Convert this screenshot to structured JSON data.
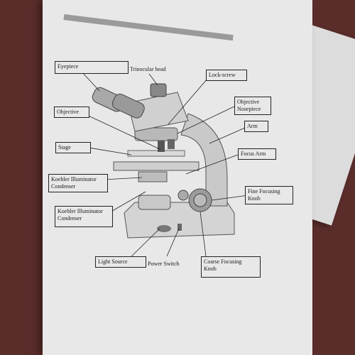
{
  "labels": {
    "eyepiece": "Eyepiece",
    "trinocular_head": "Trinocular head",
    "lock_screw": "Lock-screw",
    "objective": "Objective",
    "objective_nosepiece_line1": "Objective",
    "objective_nosepiece_line2": "Nosepiece",
    "arm": "Arm",
    "stage": "Stage",
    "focus_arm": "Focus Arm",
    "koehler_top_line1": "Koehler Illuminator",
    "koehler_top_line2": "Condenser",
    "fine_focus_line1": "Fine Focusing",
    "fine_focus_line2": "Knob",
    "koehler_bottom_line1": "Koehler Illuminator",
    "koehler_bottom_line2": "Condenser",
    "light_source": "Light Source",
    "power_switch": "Power Switch",
    "coarse_focus_line1": "Coarse Focusing",
    "coarse_focus_line2": "Knob"
  }
}
